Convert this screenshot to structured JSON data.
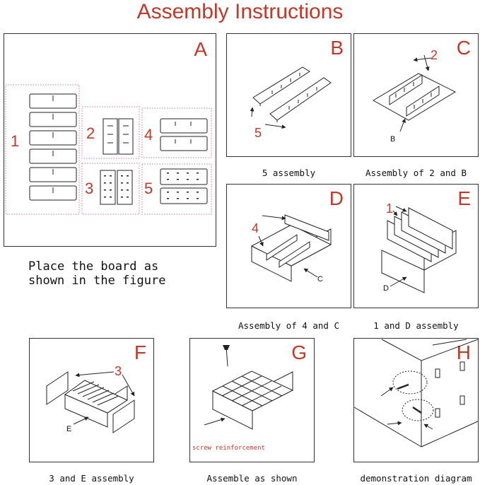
{
  "title": "Assembly Instructions",
  "panels": {
    "a": {
      "letter": "A",
      "caption": "Place the board as\nshown in the figure",
      "labels": [
        "1",
        "2",
        "3",
        "4",
        "5"
      ]
    },
    "b": {
      "letter": "B",
      "caption": "5 assembly",
      "label": "5"
    },
    "c": {
      "letter": "C",
      "caption": "Assembly of 2 and B",
      "label": "2",
      "sub": "B"
    },
    "d": {
      "letter": "D",
      "caption": "Assembly of 4 and C",
      "label": "4",
      "sub": "C"
    },
    "e": {
      "letter": "E",
      "caption": "1 and D assembly",
      "label": "1",
      "sub": "D"
    },
    "f": {
      "letter": "F",
      "caption": "3 and E assembly",
      "label": "3",
      "sub": "E"
    },
    "g": {
      "letter": "G",
      "caption": "Assemble as shown",
      "note": "screw reinforcement"
    },
    "h": {
      "letter": "H",
      "caption": "demonstration diagram"
    }
  },
  "colors": {
    "accent": "#c0392b",
    "outline": "#333333",
    "dotted": "#c97a9a"
  }
}
